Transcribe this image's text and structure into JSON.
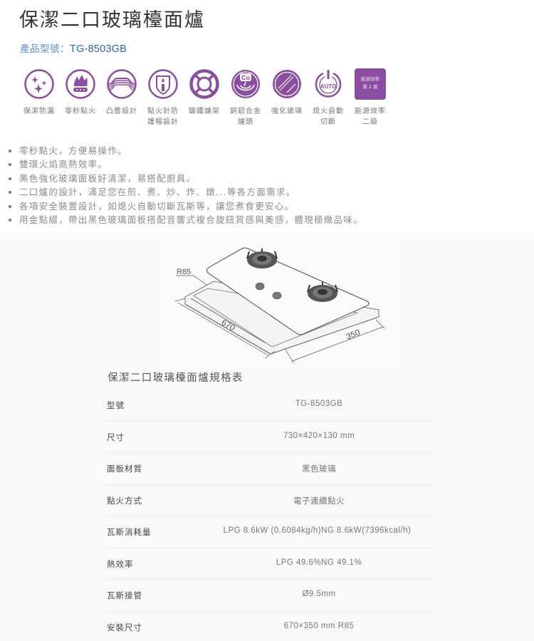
{
  "product": {
    "title": "保潔二口玻璃檯面爐",
    "model_label": "產品型號：",
    "model_value": "TG-8503GB"
  },
  "colors": {
    "accent_purple": "#8a4d9f",
    "model_blue": "#2c63ad"
  },
  "features": [
    {
      "icon": "sparkle-clean-icon",
      "label_line1": "保潔防漏",
      "label_line2": ""
    },
    {
      "icon": "flame-ignition-icon",
      "label_line1": "零秒點火",
      "label_line2": ""
    },
    {
      "icon": "raised-edge-icon",
      "label_line1": "凸簷設計",
      "label_line2": ""
    },
    {
      "icon": "safety-shield-icon",
      "label_line1": "點火針防",
      "label_line2": "護帽設計"
    },
    {
      "icon": "cast-iron-stand-icon",
      "label_line1": "鑄鐵爐架",
      "label_line2": ""
    },
    {
      "icon": "copper-burner-icon",
      "label_line1": "銅鋁合金",
      "label_line2": "爐頭",
      "glyph": "Cu"
    },
    {
      "icon": "tempered-glass-icon",
      "label_line1": "強化玻璃",
      "label_line2": ""
    },
    {
      "icon": "auto-shutoff-icon",
      "label_line1": "熄火自動",
      "label_line2": "切斷",
      "glyph": "AUTO"
    },
    {
      "icon": "energy-efficiency-badge",
      "label_line1": "能源效率",
      "label_line2": "二級",
      "badge_line1": "能源效率",
      "badge_line2": "第 2 級"
    }
  ],
  "bullets": [
    "零秒點火，方便易操作。",
    "雙環火焰高熱效率。",
    "黑色強化玻璃面板好清潔，易搭配廚具。",
    "二口爐的設計，滿足您在煎、煮、炒、炸、燉...等各方面需求。",
    "各項安全裝置設計，如熄火自動切斷瓦斯等，讓您煮食更安心。",
    "用金點綴，帶出黑色玻璃面板搭配音響式複合旋鈕質感與美感，體現極緻品味。"
  ],
  "diagram": {
    "radius_label": "R85",
    "length_label": "670",
    "width_label": "350"
  },
  "spec_table": {
    "title": "保潔二口玻璃檯面爐規格表",
    "rows": [
      {
        "key": "型號",
        "value": "TG-8503GB"
      },
      {
        "key": "尺寸",
        "value": "730×420×130 mm"
      },
      {
        "key": "面板材質",
        "value": "黑色玻璃"
      },
      {
        "key": "點火方式",
        "value": "電子連續點火"
      },
      {
        "key": "瓦斯消耗量",
        "value": "LPG 8.6kW (0.6084kg/h)NG 8.6kW(7396kcal/h)"
      },
      {
        "key": "熱效率",
        "value": "LPG 49.6%NG 49.1%"
      },
      {
        "key": "瓦斯接管",
        "value": "Ø9.5mm"
      },
      {
        "key": "安裝尺寸",
        "value": "670×350 mm R85"
      }
    ]
  }
}
